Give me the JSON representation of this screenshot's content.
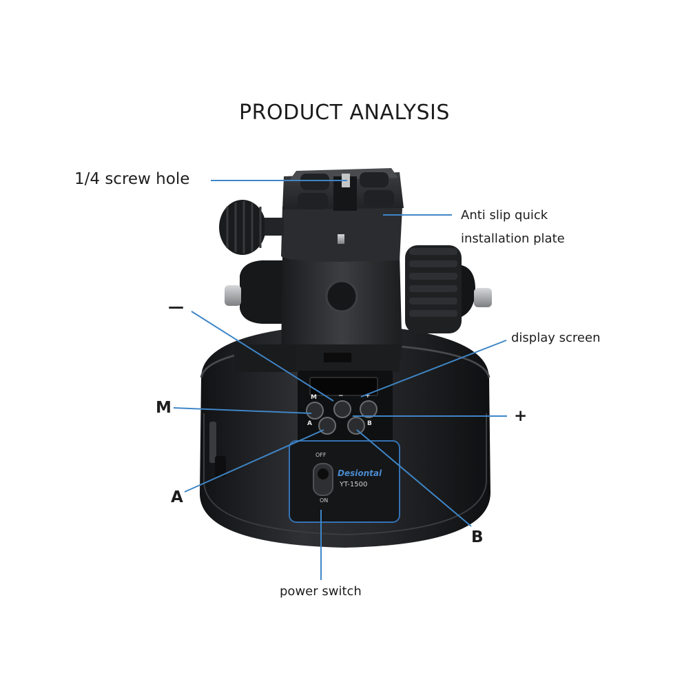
{
  "title": "PRODUCT ANALYSIS",
  "colors": {
    "callout_line": "#3f86c7",
    "body_dark": "#1b1c1e",
    "body_mid": "#2c2d30",
    "rubber": "#3a3b3e",
    "metal": "#a8a9ab",
    "screen": "#0c0c0c",
    "background": "#ffffff"
  },
  "callouts": {
    "screw_hole": "1/4 screw hole",
    "plate_line1": "Anti slip quick",
    "plate_line2": "installation plate",
    "minus": "—",
    "display": "display screen",
    "m": "M",
    "plus": "+",
    "a": "A",
    "b": "B",
    "power": "power switch"
  },
  "device": {
    "brand": "Desiontal",
    "model": "YT-1500",
    "switch_off": "OFF",
    "switch_on": "ON",
    "btn_m": "M",
    "btn_minus": "−",
    "btn_plus": "+",
    "btn_a": "A",
    "btn_b": "B"
  }
}
